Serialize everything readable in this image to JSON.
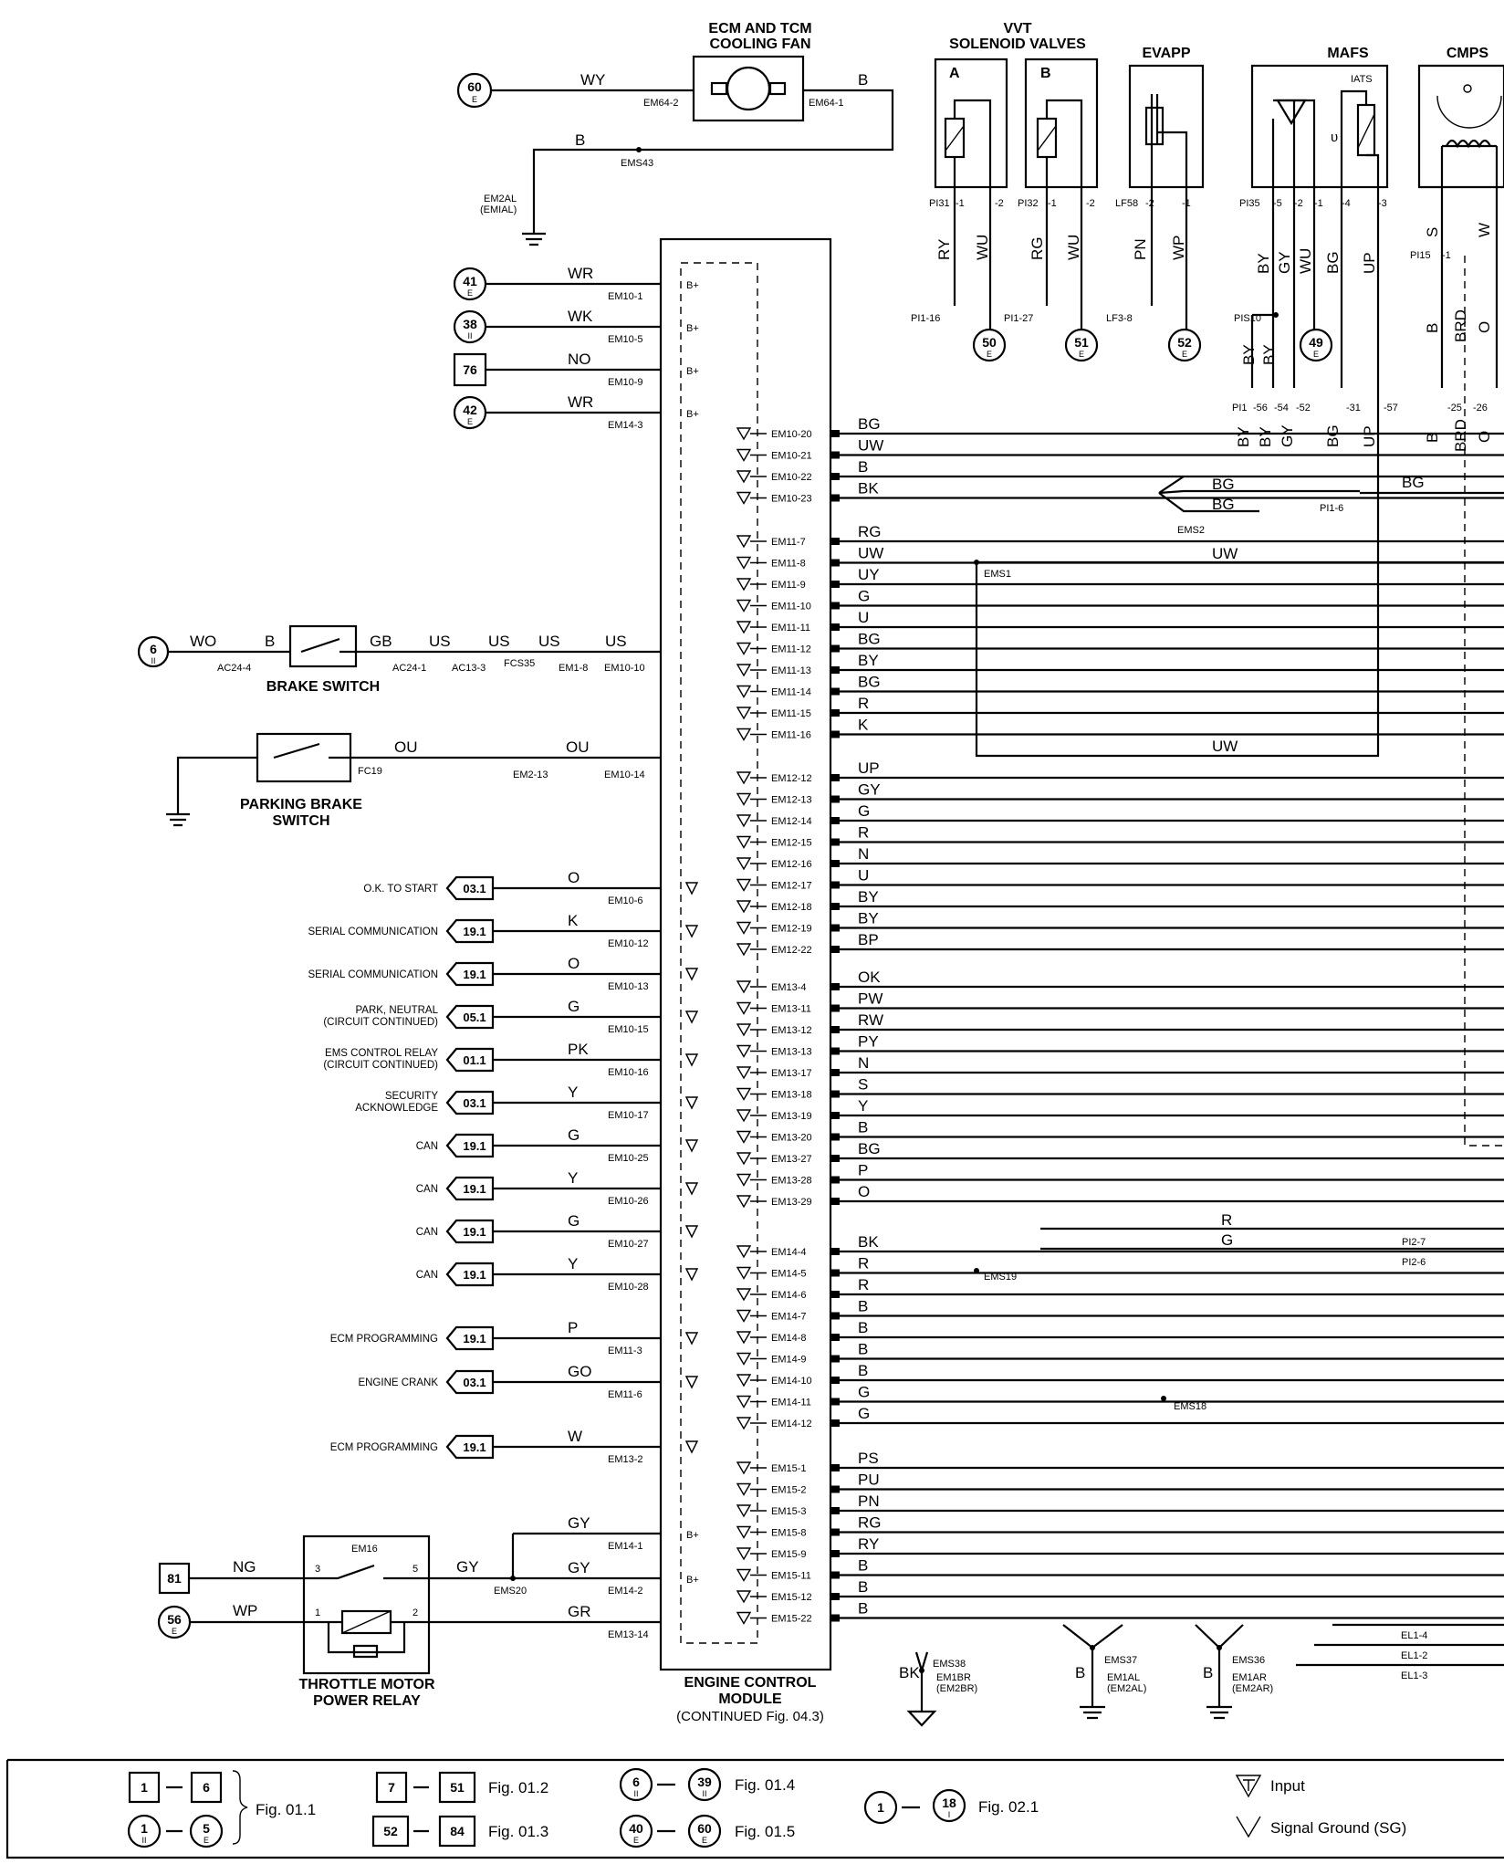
{
  "components": {
    "cooling_fan": {
      "title1": "ECM AND TCM",
      "title2": "COOLING FAN",
      "circuit": "60",
      "circuit_sub": "E",
      "wire_in": "WY",
      "conn_in": "EM64-2",
      "conn_out": "EM64-1",
      "wire_out": "B",
      "wire_gnd": "B",
      "splice": "EMS43",
      "ground1": "EM2AL",
      "ground2": "(EMIAL)"
    },
    "vvt": {
      "title1": "VVT",
      "title2": "SOLENOID VALVES",
      "a": "A",
      "b": "B"
    },
    "evapp": {
      "title": "EVAPP"
    },
    "mafs": {
      "title": "MAFS",
      "iats": "IATS"
    },
    "cmps": {
      "title": "CMPS"
    },
    "ecm": {
      "title1": "ENGINE CONTROL",
      "title2": "MODULE",
      "title3": "(CONTINUED Fig. 04.3)"
    },
    "brake_switch": {
      "title": "BRAKE SWITCH",
      "circuit": "6",
      "circuit_sub": "II",
      "w1": "WO",
      "c1": "AC24-4",
      "w2": "B",
      "w3": "GB",
      "c2": "AC24-1",
      "w4": "US",
      "c3": "AC13-3",
      "w5": "US",
      "c4": "FCS35",
      "w6": "US",
      "c5": "EM1-8",
      "w7": "US",
      "c6": "EM10-10"
    },
    "parking_brake": {
      "title1": "PARKING BRAKE",
      "title2": "SWITCH",
      "c1": "FC19",
      "w1": "OU",
      "c2": "EM2-13",
      "w2": "OU",
      "c3": "EM10-14"
    },
    "relay": {
      "title1": "THROTTLE MOTOR",
      "title2": "POWER RELAY",
      "name": "EM16",
      "circuit1": "81",
      "circuit2": "56",
      "circuit2_sub": "E",
      "w1": "NG",
      "w2": "WP",
      "p3": "3",
      "p5": "5",
      "p1": "1",
      "p2": "2",
      "w3": "GY",
      "splice": "EMS20"
    }
  },
  "power_feeds": [
    {
      "circuit": "41",
      "sub": "E",
      "wire": "WR",
      "conn": "EM10-1",
      "pin": "B+"
    },
    {
      "circuit": "38",
      "sub": "II",
      "wire": "WK",
      "conn": "EM10-5",
      "pin": "B+"
    },
    {
      "circuit": "76",
      "sub": "",
      "wire": "NO",
      "conn": "EM10-9",
      "pin": "B+"
    },
    {
      "circuit": "42",
      "sub": "E",
      "wire": "WR",
      "conn": "EM14-3",
      "pin": "B+"
    }
  ],
  "left_refs": [
    {
      "label1": "O.K. TO START",
      "label2": "",
      "ref": "03.1",
      "wire": "O",
      "conn": "EM10-6"
    },
    {
      "label1": "SERIAL COMMUNICATION",
      "label2": "",
      "ref": "19.1",
      "wire": "K",
      "conn": "EM10-12"
    },
    {
      "label1": "SERIAL COMMUNICATION",
      "label2": "",
      "ref": "19.1",
      "wire": "O",
      "conn": "EM10-13"
    },
    {
      "label1": "PARK, NEUTRAL",
      "label2": "(CIRCUIT CONTINUED)",
      "ref": "05.1",
      "wire": "G",
      "conn": "EM10-15"
    },
    {
      "label1": "EMS CONTROL RELAY",
      "label2": "(CIRCUIT CONTINUED)",
      "ref": "01.1",
      "wire": "PK",
      "conn": "EM10-16"
    },
    {
      "label1": "SECURITY",
      "label2": "ACKNOWLEDGE",
      "ref": "03.1",
      "wire": "Y",
      "conn": "EM10-17"
    },
    {
      "label1": "CAN",
      "label2": "",
      "ref": "19.1",
      "wire": "G",
      "conn": "EM10-25"
    },
    {
      "label1": "CAN",
      "label2": "",
      "ref": "19.1",
      "wire": "Y",
      "conn": "EM10-26"
    },
    {
      "label1": "CAN",
      "label2": "",
      "ref": "19.1",
      "wire": "G",
      "conn": "EM10-27"
    },
    {
      "label1": "CAN",
      "label2": "",
      "ref": "19.1",
      "wire": "Y",
      "conn": "EM10-28"
    },
    {
      "label1": "ECM PROGRAMMING",
      "label2": "",
      "ref": "19.1",
      "wire": "P",
      "conn": "EM11-3"
    },
    {
      "label1": "ENGINE CRANK",
      "label2": "",
      "ref": "03.1",
      "wire": "GO",
      "conn": "EM11-6"
    },
    {
      "label1": "ECM PROGRAMMING",
      "label2": "",
      "ref": "19.1",
      "wire": "W",
      "conn": "EM13-2"
    }
  ],
  "ecm_pins": [
    {
      "c": "EM10-20",
      "w": "BG"
    },
    {
      "c": "EM10-21",
      "w": "UW"
    },
    {
      "c": "EM10-22",
      "w": "B"
    },
    {
      "c": "EM10-23",
      "w": "BK"
    },
    {
      "c": "EM11-7",
      "w": "RG"
    },
    {
      "c": "EM11-8",
      "w": "UW"
    },
    {
      "c": "EM11-9",
      "w": "UY"
    },
    {
      "c": "EM11-10",
      "w": "G"
    },
    {
      "c": "EM11-11",
      "w": "U"
    },
    {
      "c": "EM11-12",
      "w": "BG"
    },
    {
      "c": "EM11-13",
      "w": "BY"
    },
    {
      "c": "EM11-14",
      "w": "BG"
    },
    {
      "c": "EM11-15",
      "w": "R"
    },
    {
      "c": "EM11-16",
      "w": "K"
    },
    {
      "c": "EM12-12",
      "w": "UP"
    },
    {
      "c": "EM12-13",
      "w": "GY"
    },
    {
      "c": "EM12-14",
      "w": "G"
    },
    {
      "c": "EM12-15",
      "w": "R"
    },
    {
      "c": "EM12-16",
      "w": "N"
    },
    {
      "c": "EM12-17",
      "w": "U"
    },
    {
      "c": "EM12-18",
      "w": "BY"
    },
    {
      "c": "EM12-19",
      "w": "BY"
    },
    {
      "c": "EM12-22",
      "w": "BP"
    },
    {
      "c": "EM13-4",
      "w": "OK"
    },
    {
      "c": "EM13-11",
      "w": "PW"
    },
    {
      "c": "EM13-12",
      "w": "RW"
    },
    {
      "c": "EM13-13",
      "w": "PY"
    },
    {
      "c": "EM13-17",
      "w": "N"
    },
    {
      "c": "EM13-18",
      "w": "S"
    },
    {
      "c": "EM13-19",
      "w": "Y"
    },
    {
      "c": "EM13-20",
      "w": "B"
    },
    {
      "c": "EM13-27",
      "w": "BG"
    },
    {
      "c": "EM13-28",
      "w": "P"
    },
    {
      "c": "EM13-29",
      "w": "O"
    },
    {
      "c": "EM14-4",
      "w": "BK"
    },
    {
      "c": "EM14-5",
      "w": "R"
    },
    {
      "c": "EM14-6",
      "w": "R"
    },
    {
      "c": "EM14-7",
      "w": "B"
    },
    {
      "c": "EM14-8",
      "w": "B"
    },
    {
      "c": "EM14-9",
      "w": "B"
    },
    {
      "c": "EM14-10",
      "w": "B"
    },
    {
      "c": "EM14-11",
      "w": "G"
    },
    {
      "c": "EM14-12",
      "w": "G"
    },
    {
      "c": "EM15-1",
      "w": "PS"
    },
    {
      "c": "EM15-2",
      "w": "PU"
    },
    {
      "c": "EM15-3",
      "w": "PN"
    },
    {
      "c": "EM15-8",
      "w": "RG"
    },
    {
      "c": "EM15-9",
      "w": "RY"
    },
    {
      "c": "EM15-11",
      "w": "B"
    },
    {
      "c": "EM15-12",
      "w": "B"
    },
    {
      "c": "EM15-22",
      "w": "B"
    }
  ],
  "relay_feeds": [
    {
      "wire": "GY",
      "conn": "EM14-1",
      "pin": "B+"
    },
    {
      "wire": "GY",
      "conn": "EM14-2",
      "pin": "B+"
    },
    {
      "wire": "GR",
      "conn": "EM13-14",
      "pin": ""
    }
  ],
  "top_pins": {
    "pi31": "PI31",
    "pi31_1": "-1",
    "pi31_2": "-2",
    "w_ry": "RY",
    "w_wu": "WU",
    "pi1_16": "PI1-16",
    "c50": "50",
    "c50s": "E",
    "pi32": "PI32",
    "pi32_1": "-1",
    "pi32_2": "-2",
    "w_rg": "RG",
    "w_wu2": "WU",
    "pi1_27": "PI1-27",
    "c51": "51",
    "c51s": "E",
    "lf58": "LF58",
    "lf58_2": "-2",
    "lf58_1": "-1",
    "w_pn": "PN",
    "w_wp": "WP",
    "lf3_8": "LF3-8",
    "c52": "52",
    "c52s": "E",
    "pi35": "PI35",
    "p5": "-5",
    "p2": "-2",
    "p1": "-1",
    "p4": "-4",
    "p3": "-3",
    "w_by": "BY",
    "w_gy": "GY",
    "w_wu3": "WU",
    "w_bg": "BG",
    "w_up": "UP",
    "pis10": "PIS10",
    "c49": "49",
    "c49s": "E",
    "w_by2": "BY",
    "w_by3": "BY",
    "pi15": "PI15",
    "pi15_1": "-1",
    "w_s": "S",
    "w_w": "W",
    "w_b": "B",
    "w_brd": "BRD",
    "w_o": "O",
    "pi1": "PI1",
    "p56": "-56",
    "p54": "-54",
    "p52": "-52",
    "p31": "-31",
    "p57": "-57",
    "p25": "-25",
    "p26": "-26",
    "r_by1": "BY",
    "r_by2": "BY",
    "r_gy": "GY",
    "r_bg": "BG",
    "r_up": "UP",
    "r_b": "B",
    "r_brd": "BRD",
    "r_o": "O"
  },
  "splices": {
    "ems2": "EMS2",
    "bg1": "BG",
    "bg2": "BG",
    "pi1_6": "PI1-6",
    "bg3": "BG",
    "ems1": "EMS1",
    "uw1": "UW",
    "uw2": "UW",
    "ems19": "EMS19",
    "ems18": "EMS18",
    "r": "R",
    "g": "G",
    "pi2_7": "PI2-7",
    "pi2_6": "PI2-6",
    "el1_4": "EL1-4",
    "el1_2": "EL1-2",
    "el1_3": "EL1-3",
    "ems38": "EMS38",
    "bk": "BK",
    "em1br": "EM1BR",
    "em2br": "(EM2BR)",
    "ems37": "EMS37",
    "b1": "B",
    "em1al": "EM1AL",
    "em2al": "(EM2AL)",
    "ems36": "EMS36",
    "b2": "B",
    "em1ar": "EM1AR",
    "em2ar": "(EM2AR)"
  },
  "legend": {
    "a1": "1",
    "a2": "6",
    "fig1": "Fig. 01.1",
    "a3": "1",
    "a3s": "II",
    "a4": "5",
    "a4s": "E",
    "b1": "7",
    "b2": "51",
    "fig2": "Fig. 01.2",
    "b3": "52",
    "b4": "84",
    "fig3": "Fig. 01.3",
    "c1": "6",
    "c1s": "II",
    "c2": "39",
    "c2s": "II",
    "fig4": "Fig. 01.4",
    "c3": "40",
    "c3s": "E",
    "c4": "60",
    "c4s": "E",
    "fig5": "Fig. 01.5",
    "d1": "1",
    "d2": "18",
    "d2s": "I",
    "fig6": "Fig. 02.1",
    "input": "Input",
    "sg": "Signal Ground (SG)"
  }
}
